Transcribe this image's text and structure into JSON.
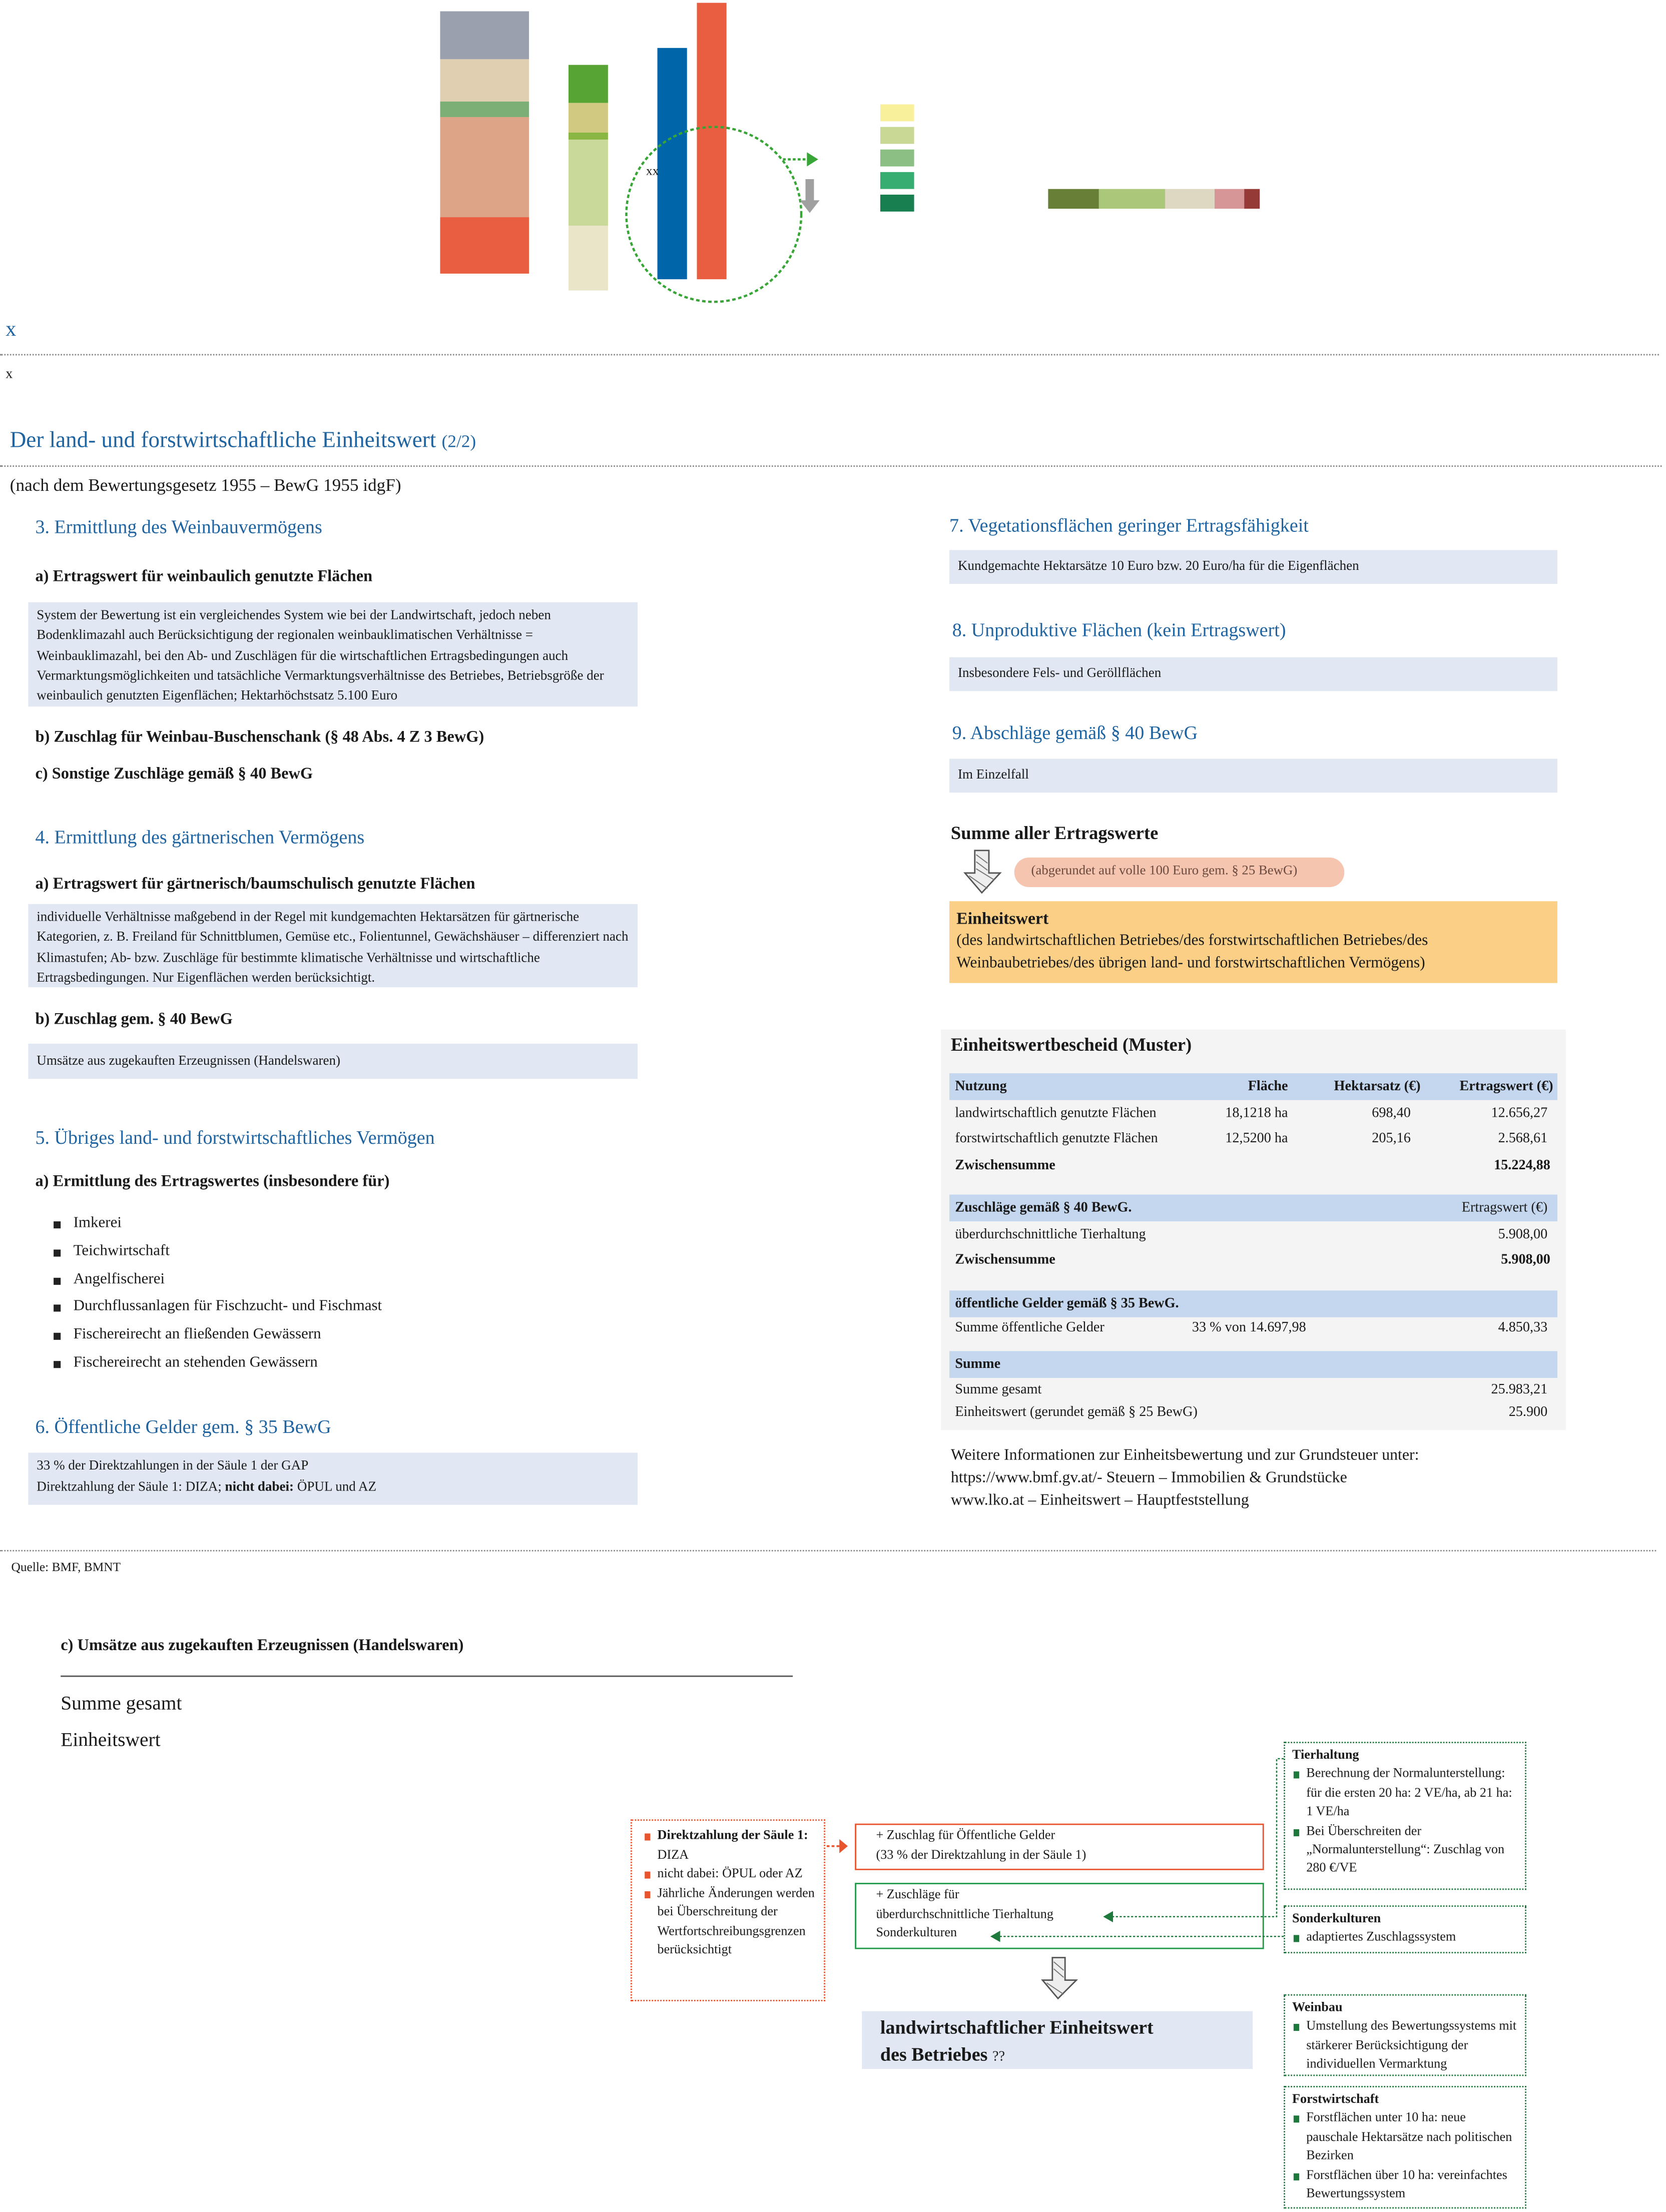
{
  "graphic": {
    "marker_label": "xx",
    "colors": {
      "stack1": [
        "#9aa0ad",
        "#e1cfb1",
        "#7caf76",
        "#dea488",
        "#e95d40"
      ],
      "stack2": [
        "#57a334",
        "#d1c982",
        "#8ab643",
        "#c9d999",
        "#eae5c8"
      ],
      "bar_blue": "#0066a9",
      "bar_red": "#e95d40",
      "legend": [
        "#f8f09a",
        "#c9d894",
        "#8bbf83",
        "#37ad72",
        "#177f50"
      ],
      "hbar": [
        "#677f36",
        "#aac77a",
        "#ded8c3",
        "#d69596",
        "#963a37"
      ]
    }
  },
  "markers": {
    "x1": "x",
    "x2": "x"
  },
  "title": {
    "main": "Der land- und forstwirtschaftliche Einheitswert",
    "part": "(2/2)",
    "subtitle": "(nach dem Bewertungsgesetz 1955 – BewG 1955 idgF)"
  },
  "left": {
    "s3": {
      "heading": "3. Ermittlung des Weinbauvermögens",
      "a": "a) Ertragswert für weinbaulich genutzte Flächen",
      "a_box": "System der Bewertung ist ein vergleichendes System wie bei der Landwirtschaft, jedoch neben Bodenklimazahl auch Berücksichtigung der regionalen weinbauklimatischen Verhältnisse = Weinbauklimazahl, bei den Ab- und Zuschlägen für die wirtschaftlichen Ertragsbedingungen auch Vermarktungsmöglichkeiten und tatsächliche Vermarktungsverhältnisse des Betriebes, Betriebsgröße der weinbaulich genutzten Eigenflächen; Hektarhöchstsatz 5.100 Euro",
      "b": "b) Zuschlag für Weinbau-Buschenschank (§ 48 Abs. 4 Z 3 BewG)",
      "c": "c) Sonstige Zuschläge gemäß § 40 BewG"
    },
    "s4": {
      "heading": "4. Ermittlung des gärtnerischen Vermögens",
      "a": "a) Ertragswert für gärtnerisch/baumschulisch genutzte Flächen",
      "a_box": "individuelle Verhältnisse maßgebend in der Regel mit kundgemachten Hektarsätzen für gärtnerische Kategorien, z. B. Freiland für Schnittblumen, Gemüse etc., Folientunnel, Gewächshäuser – differenziert nach Klimastufen; Ab- bzw. Zuschläge für bestimmte klimatische Verhältnisse und wirtschaftliche Ertragsbedingungen. Nur Eigenflächen werden berücksichtigt.",
      "b": "b) Zuschlag gem. § 40 BewG",
      "b_box": "Umsätze aus zugekauften Erzeugnissen (Handelswaren)"
    },
    "s5": {
      "heading": "5. Übriges land- und forstwirtschaftliches Vermögen",
      "a": "a) Ermittlung des Ertragswertes (insbesondere für)",
      "items": [
        "Imkerei",
        "Teichwirtschaft",
        "Angelfischerei",
        "Durchflussanlagen für Fischzucht- und Fischmast",
        "Fischereirecht an fließenden Gewässern",
        "Fischereirecht an stehenden Gewässern"
      ]
    },
    "s6": {
      "heading": "6. Öffentliche Gelder gem. § 35 BewG",
      "line1": "33 % der Direktzahlungen in der Säule 1 der GAP",
      "line2a": "Direktzahlung der  Säule 1: DIZA;",
      "line2b": "nicht dabei:",
      "line2c": "ÖPUL und AZ"
    }
  },
  "right": {
    "s7": {
      "heading": "7. Vegetationsflächen geringer Ertragsfähigkeit",
      "box": "Kundgemachte Hektarsätze 10 Euro bzw. 20 Euro/ha für die Eigenflächen"
    },
    "s8": {
      "heading": "8. Unproduktive Flächen (kein Ertragswert)",
      "box": "Insbesondere Fels- und Geröllflächen"
    },
    "s9": {
      "heading": "9. Abschläge gemäß § 40 BewG",
      "box": "Im Einzelfall"
    },
    "summe": {
      "heading": "Summe aller Ertragswerte",
      "pill": "(abgerundet auf volle 100 Euro gem. § 25 BewG)"
    },
    "einheitswert": {
      "title": "Einheitswert",
      "text": "(des landwirtschaftlichen Betriebes/des forstwirtschaftlichen Betriebes/des Weinbaubetriebes/des übrigen land- und forstwirtschaftlichen Vermögens)"
    },
    "bescheid": {
      "title": "Einheitswertbescheid (Muster)",
      "headers": [
        "Nutzung",
        "Fläche",
        "Hektarsatz (€)",
        "Ertragswert (€)"
      ],
      "rows": [
        [
          "landwirtschaftlich genutzte Flächen",
          "18,1218 ha",
          "698,40",
          "12.656,27"
        ],
        [
          "forstwirtschaftlich genutzte Flächen",
          "12,5200 ha",
          "205,16",
          "2.568,61"
        ]
      ],
      "sub1": [
        "Zwischensumme",
        "15.224,88"
      ],
      "zuschlaege_header": [
        "Zuschläge gemäß § 40 BewG.",
        "Ertragswert (€)"
      ],
      "zuschlaege_row": [
        "überdurchschnittliche Tierhaltung",
        "5.908,00"
      ],
      "sub2": [
        "Zwischensumme",
        "5.908,00"
      ],
      "gelder_header": "öffentliche Gelder gemäß § 35 BewG.",
      "gelder_row": [
        "Summe öffentliche Gelder",
        "33 % von 14.697,98",
        "4.850,33"
      ],
      "summe_header": "Summe",
      "summe_rows": [
        [
          "Summe gesamt",
          "25.983,21"
        ],
        [
          "Einheitswert (gerundet gemäß § 25 BewG)",
          "25.900"
        ]
      ]
    },
    "info": [
      "Weitere Informationen zur Einheitsbewertung und zur Grundsteuer unter:",
      "https://www.bmf.gv.at/- Steuern – Immobilien & Grundstücke",
      "www.lko.at – Einheitswert – Hauptfeststellung"
    ]
  },
  "source": "Quelle: BMF, BMNT",
  "lower": {
    "c": "c) Umsätze aus zugekauften Erzeugnissen (Handelswaren)",
    "summe": "Summe gesamt",
    "ew": "Einheitswert"
  },
  "diagram": {
    "direkt": {
      "items": [
        [
          "Direktzahlung der Säule 1:",
          " DIZA"
        ],
        [
          "nicht dabei: ÖPUL oder AZ",
          ""
        ],
        [
          "Jährliche Änderungen werden bei Überschreitung der Wertfortschreibungsgrenzen berücksichtigt",
          ""
        ]
      ]
    },
    "oeff": [
      "+ Zuschlag für Öffentliche Gelder",
      "(33 % der Direktzahlung in der Säule 1)"
    ],
    "zuschl": [
      "+ Zuschläge für",
      "überdurchschnittliche Tierhaltung",
      "Sonderkulturen"
    ],
    "result": [
      "landwirtschaftlicher Einheitswert",
      "des Betriebes"
    ],
    "result_mark": "??",
    "tier": {
      "title": "Tierhaltung",
      "items": [
        "Berechnung der Normalunterstellung: für die ersten 20 ha: 2 VE/ha, ab 21 ha: 1 VE/ha",
        "Bei Überschreiten der „Normalunterstellung“: Zuschlag von 280 €/VE"
      ]
    },
    "sonder": {
      "title": "Sonderkulturen",
      "items": [
        "adaptiertes Zuschlagssystem"
      ]
    },
    "wein": {
      "title": "Weinbau",
      "items": [
        "Umstellung des Bewertungssystems mit stärkerer Berücksichtigung der individuellen Vermarktung"
      ]
    },
    "forst": {
      "title": "Forstwirtschaft",
      "items": [
        "Forstflächen unter 10 ha: neue pauschale Hektarsätze nach politischen Bezirken",
        "Forstflächen über 10 ha: vereinfachtes Bewertungssystem"
      ]
    }
  }
}
